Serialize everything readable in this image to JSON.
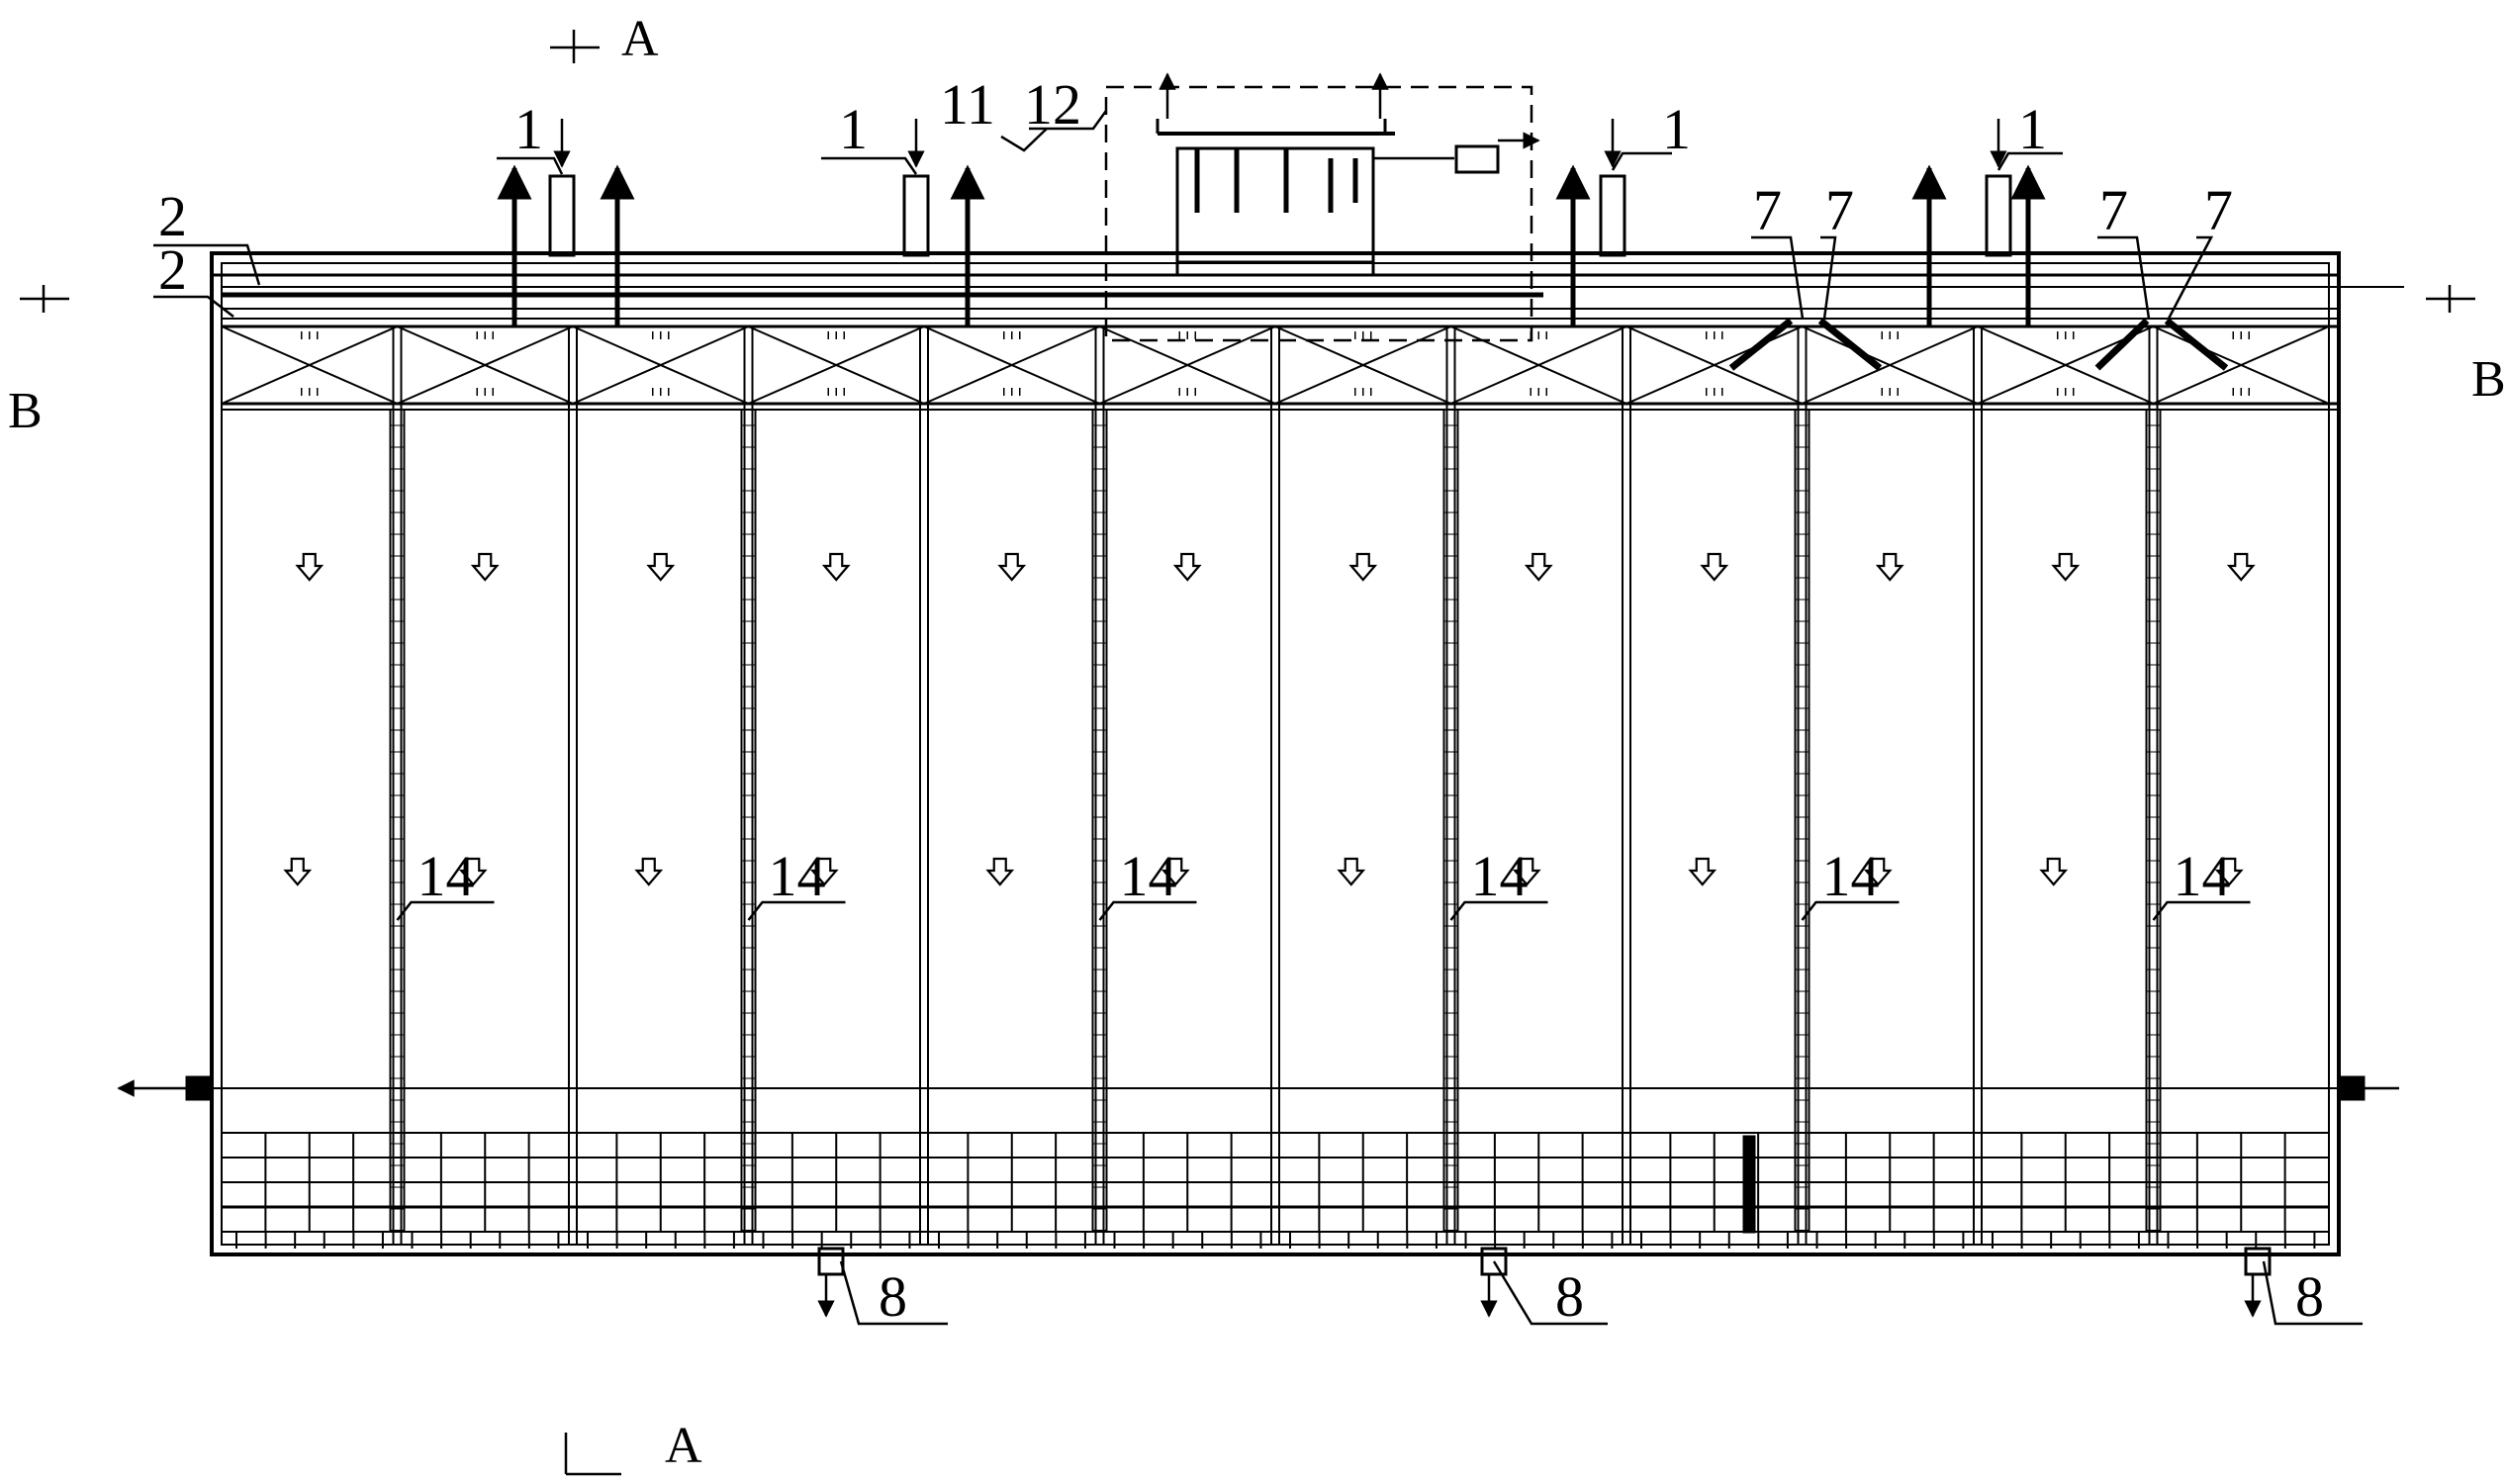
{
  "section_marks": {
    "top": "A",
    "bottom": "A",
    "left": "B",
    "right": "B"
  },
  "callouts": {
    "inlet_pipe": "1",
    "pipe_2": "2",
    "item_7": "7",
    "item_8": "8",
    "item_11": "11",
    "item_12": "12",
    "partition_14": "14"
  },
  "structure": {
    "compartment_count": 12,
    "flow_arrow_rows": 2,
    "inlet_count": 4,
    "outlet_count": 3
  },
  "colors": {
    "line": "#000000",
    "background": "#ffffff"
  }
}
